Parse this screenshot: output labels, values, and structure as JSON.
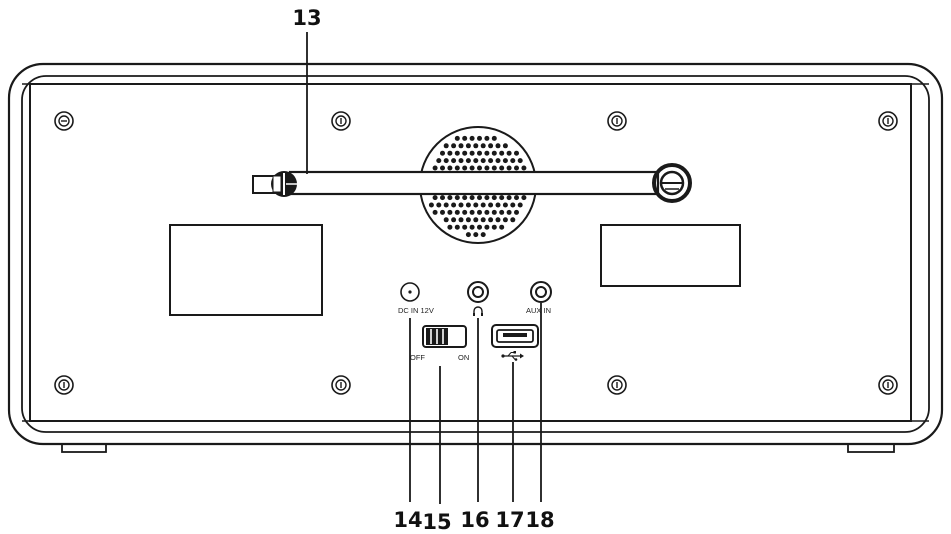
{
  "callouts": {
    "antenna": "13",
    "dc_in": "14",
    "power_switch": "15",
    "headphone": "16",
    "usb": "17",
    "aux_in": "18"
  },
  "port_labels": {
    "dc_in": "DC IN 12V",
    "off": "OFF",
    "on": "ON",
    "aux_in": "AUX IN"
  },
  "icons": {
    "headphone": "headphone-icon",
    "usb": "usb-symbol-icon"
  },
  "colors": {
    "line": "#1a1a1a",
    "background": "#ffffff"
  }
}
